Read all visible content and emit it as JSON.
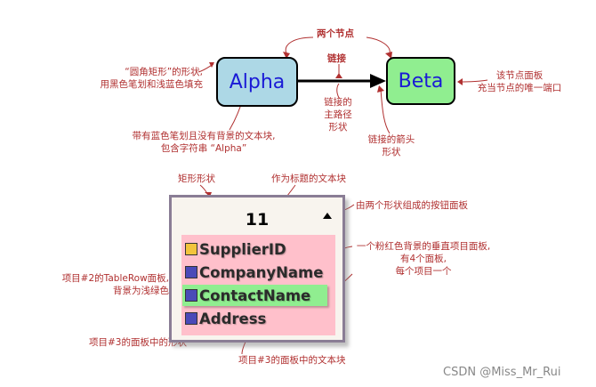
{
  "diagram": {
    "alpha_label": "Alpha",
    "beta_label": "Beta",
    "link_label": "链接",
    "two_nodes_label": "两个节点",
    "table": {
      "title": "11",
      "items": [
        {
          "text": "SupplierID",
          "icon_color": "#f2c43c",
          "row_background": "#ffc0cb"
        },
        {
          "text": "CompanyName",
          "icon_color": "#4a4ab8",
          "row_background": "#ffc0cb"
        },
        {
          "text": "ContactName",
          "icon_color": "#4a4ab8",
          "row_background": "#90ee90"
        },
        {
          "text": "Address",
          "icon_color": "#4a4ab8",
          "row_background": "#ffc0cb"
        }
      ]
    }
  },
  "annotations": {
    "rounded_rect_line1": "“圆角矩形”的形状,",
    "rounded_rect_line2": "用黑色笔划和浅蓝色填充",
    "textblock_line1": "带有蓝色笔划且没有背景的文本块,",
    "textblock_line2": "包含字符串 “Alpha”",
    "link_path_line1": "链接的",
    "link_path_line2": "主路径",
    "link_path_line3": "形状",
    "arrowhead_line1": "链接的箭头",
    "arrowhead_line2": "形状",
    "node_panel_line1": "该节点面板",
    "node_panel_line2": "充当节点的唯一端口",
    "rect_shape": "矩形形状",
    "title_textblock": "作为标题的文本块",
    "button_panel": "由两个形状组成的按钮面板",
    "vertical_panel_line1": "一个粉红色背景的垂直项目面板,",
    "vertical_panel_line2": "有4个面板,",
    "vertical_panel_line3": "每个项目一个",
    "row2_line1": "项目#2的TableRow面板,",
    "row2_line2": "背景为浅绿色",
    "row3_shape": "项目#3的面板中的形状",
    "row3_text": "项目#3的面板中的文本块"
  },
  "watermark": "CSDN @Miss_Mr_Rui",
  "colors": {
    "annotation": "#b03030",
    "alpha_fill": "#add8e6",
    "beta_fill": "#90ee90",
    "node_text": "#1a1ad6",
    "items_panel": "#ffc0cb"
  }
}
